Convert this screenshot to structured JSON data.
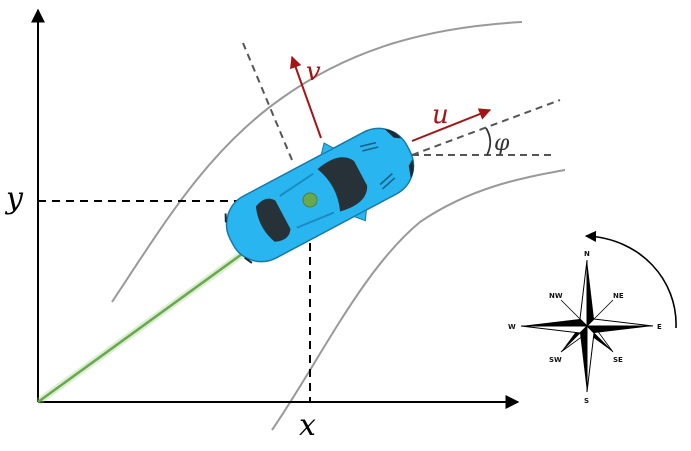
{
  "axes": {
    "x_label": "x",
    "y_label": "y"
  },
  "car": {
    "u_label": "u",
    "v_label": "v",
    "heading_label": "φ",
    "body_color": "#29b6f0",
    "window_color": "#263238",
    "cg_color": "#6aa84f"
  },
  "vector_colors": {
    "velocity": "#a31515",
    "position": "#6aa84f"
  },
  "compass": {
    "north": "N",
    "north_east": "NE",
    "east": "E",
    "south_east": "SE",
    "south": "S",
    "south_west": "SW",
    "west": "W",
    "north_west": "NW"
  }
}
